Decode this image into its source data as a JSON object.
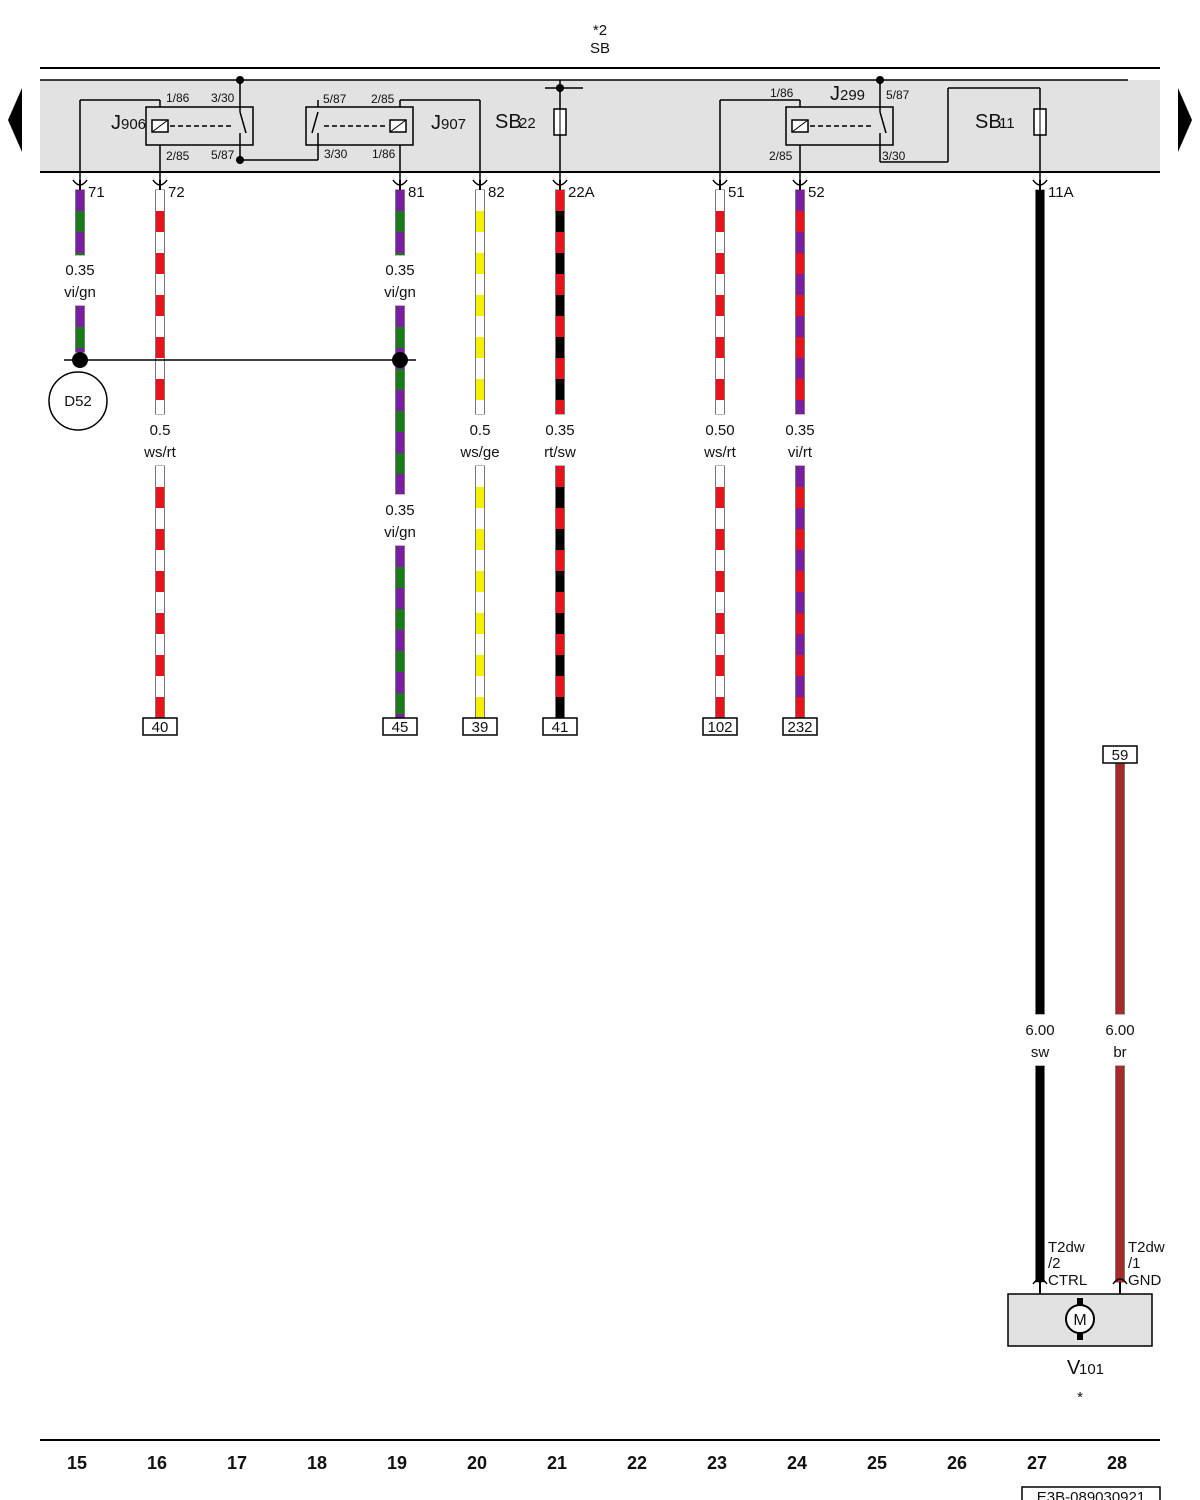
{
  "header": {
    "star_note": "*2",
    "sb_label": "SB"
  },
  "relays": [
    {
      "name": "J",
      "sub": "906",
      "pins": [
        "1/86",
        "3/30",
        "2/85",
        "5/87"
      ]
    },
    {
      "name": "J",
      "sub": "907",
      "pins": [
        "5/87",
        "2/85",
        "3/30",
        "1/86"
      ]
    },
    {
      "name": "J",
      "sub": "299",
      "pins": [
        "1/86",
        "5/87",
        "2/85",
        "3/30"
      ]
    }
  ],
  "fuses": [
    {
      "name": "SB",
      "sub": "22"
    },
    {
      "name": "SB",
      "sub": "11"
    }
  ],
  "wires": [
    {
      "pin": "71",
      "gauge": "0.35",
      "color_code": "vi/gn",
      "colors": [
        "#7a1fa2",
        "#1a7a1a"
      ],
      "term": ""
    },
    {
      "pin": "72",
      "gauge": "0.5",
      "color_code": "ws/rt",
      "colors": [
        "#ffffff",
        "#e8141b"
      ],
      "term": "40"
    },
    {
      "pin": "81",
      "gauge": "0.35",
      "color_code": "vi/gn",
      "gauge2": "0.35",
      "color_code2": "vi/gn",
      "colors": [
        "#7a1fa2",
        "#1a7a1a"
      ],
      "term": "45"
    },
    {
      "pin": "82",
      "gauge": "0.5",
      "color_code": "ws/ge",
      "colors": [
        "#ffffff",
        "#f4f000"
      ],
      "term": "39"
    },
    {
      "pin": "22A",
      "gauge": "0.35",
      "color_code": "rt/sw",
      "colors": [
        "#e8141b",
        "#000000"
      ],
      "term": "41"
    },
    {
      "pin": "51",
      "gauge": "0.50",
      "color_code": "ws/rt",
      "colors": [
        "#ffffff",
        "#e8141b"
      ],
      "term": "102"
    },
    {
      "pin": "52",
      "gauge": "0.35",
      "color_code": "vi/rt",
      "colors": [
        "#7a1fa2",
        "#e8141b"
      ],
      "term": "232"
    },
    {
      "pin": "11A",
      "gauge": "6.00",
      "color_code": "sw",
      "colors": [
        "#000000",
        "#000000"
      ],
      "term": ""
    },
    {
      "pin": "",
      "gauge": "6.00",
      "color_code": "br",
      "colors": [
        "#a52a2a",
        "#a52a2a"
      ],
      "term": "59"
    }
  ],
  "splice": {
    "label": "D52"
  },
  "motor": {
    "symbol": "M",
    "name": "V",
    "sub": "101",
    "note": "*",
    "pin_ctrl": {
      "line1": "T2dw",
      "line2": "/2",
      "line3": "CTRL"
    },
    "pin_gnd": {
      "line1": "T2dw",
      "line2": "/1",
      "line3": "GND"
    }
  },
  "columns": [
    "15",
    "16",
    "17",
    "18",
    "19",
    "20",
    "21",
    "22",
    "23",
    "24",
    "25",
    "26",
    "27",
    "28"
  ],
  "doc_id": "E3B-089030921",
  "colors": {
    "box_fill": "#e2e2e2",
    "black": "#000000"
  }
}
